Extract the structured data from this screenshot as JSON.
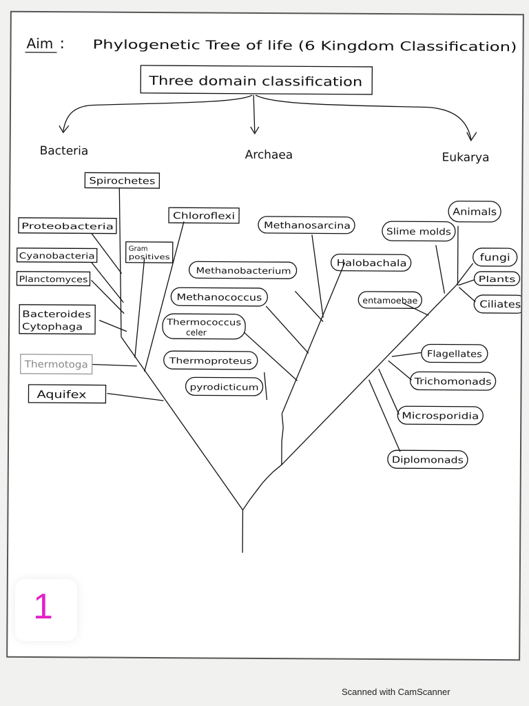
{
  "header": {
    "aim_label": "Aim",
    "aim_colon": ":",
    "title": "Phylogenetic Tree of life (6 Kingdom Classification)"
  },
  "root_box": "Three domain classification",
  "domains": [
    "Bacteria",
    "Archaea",
    "Eukarya"
  ],
  "bacteria": {
    "spirochetes": "Spirochetes",
    "proteobacteria": "Proteobacteria",
    "cyanobacteria": "Cyanobacteria",
    "planctomyces": "Planctomyces",
    "bacteroides_1": "Bacteroides",
    "bacteroides_2": "Cytophaga",
    "thermotoga": "Thermotoga",
    "aquifex": "Aquifex",
    "gram_1": "Gram",
    "gram_2": "positives",
    "chloroflexi": "Chloroflexi"
  },
  "archaea": {
    "methanosarcina": "Methanosarcina",
    "methanobacterium": "Methanobacterium",
    "halobacteria": "Halobachala",
    "methanococcus": "Methanococcus",
    "thermococcus_1": "Thermococcus",
    "thermococcus_2": "celer",
    "thermoproteus": "Thermoproteus",
    "pyrodicticum": "pyrodicticum"
  },
  "eukarya": {
    "animals": "Animals",
    "slime_molds": "Slime molds",
    "fungi": "fungi",
    "plants": "Plants",
    "ciliates": "Ciliates",
    "entamoebae": "entamoebae",
    "flagellates": "Flagellates",
    "trichomonads": "Trichomonads",
    "microsporidia": "Microsporidia",
    "diplomonads": "Diplomonads"
  },
  "page_number": "1",
  "footer": "Scanned with CamScanner",
  "colors": {
    "ink": "#111111",
    "badge": "#e620c8",
    "faded_box": "#999999"
  }
}
